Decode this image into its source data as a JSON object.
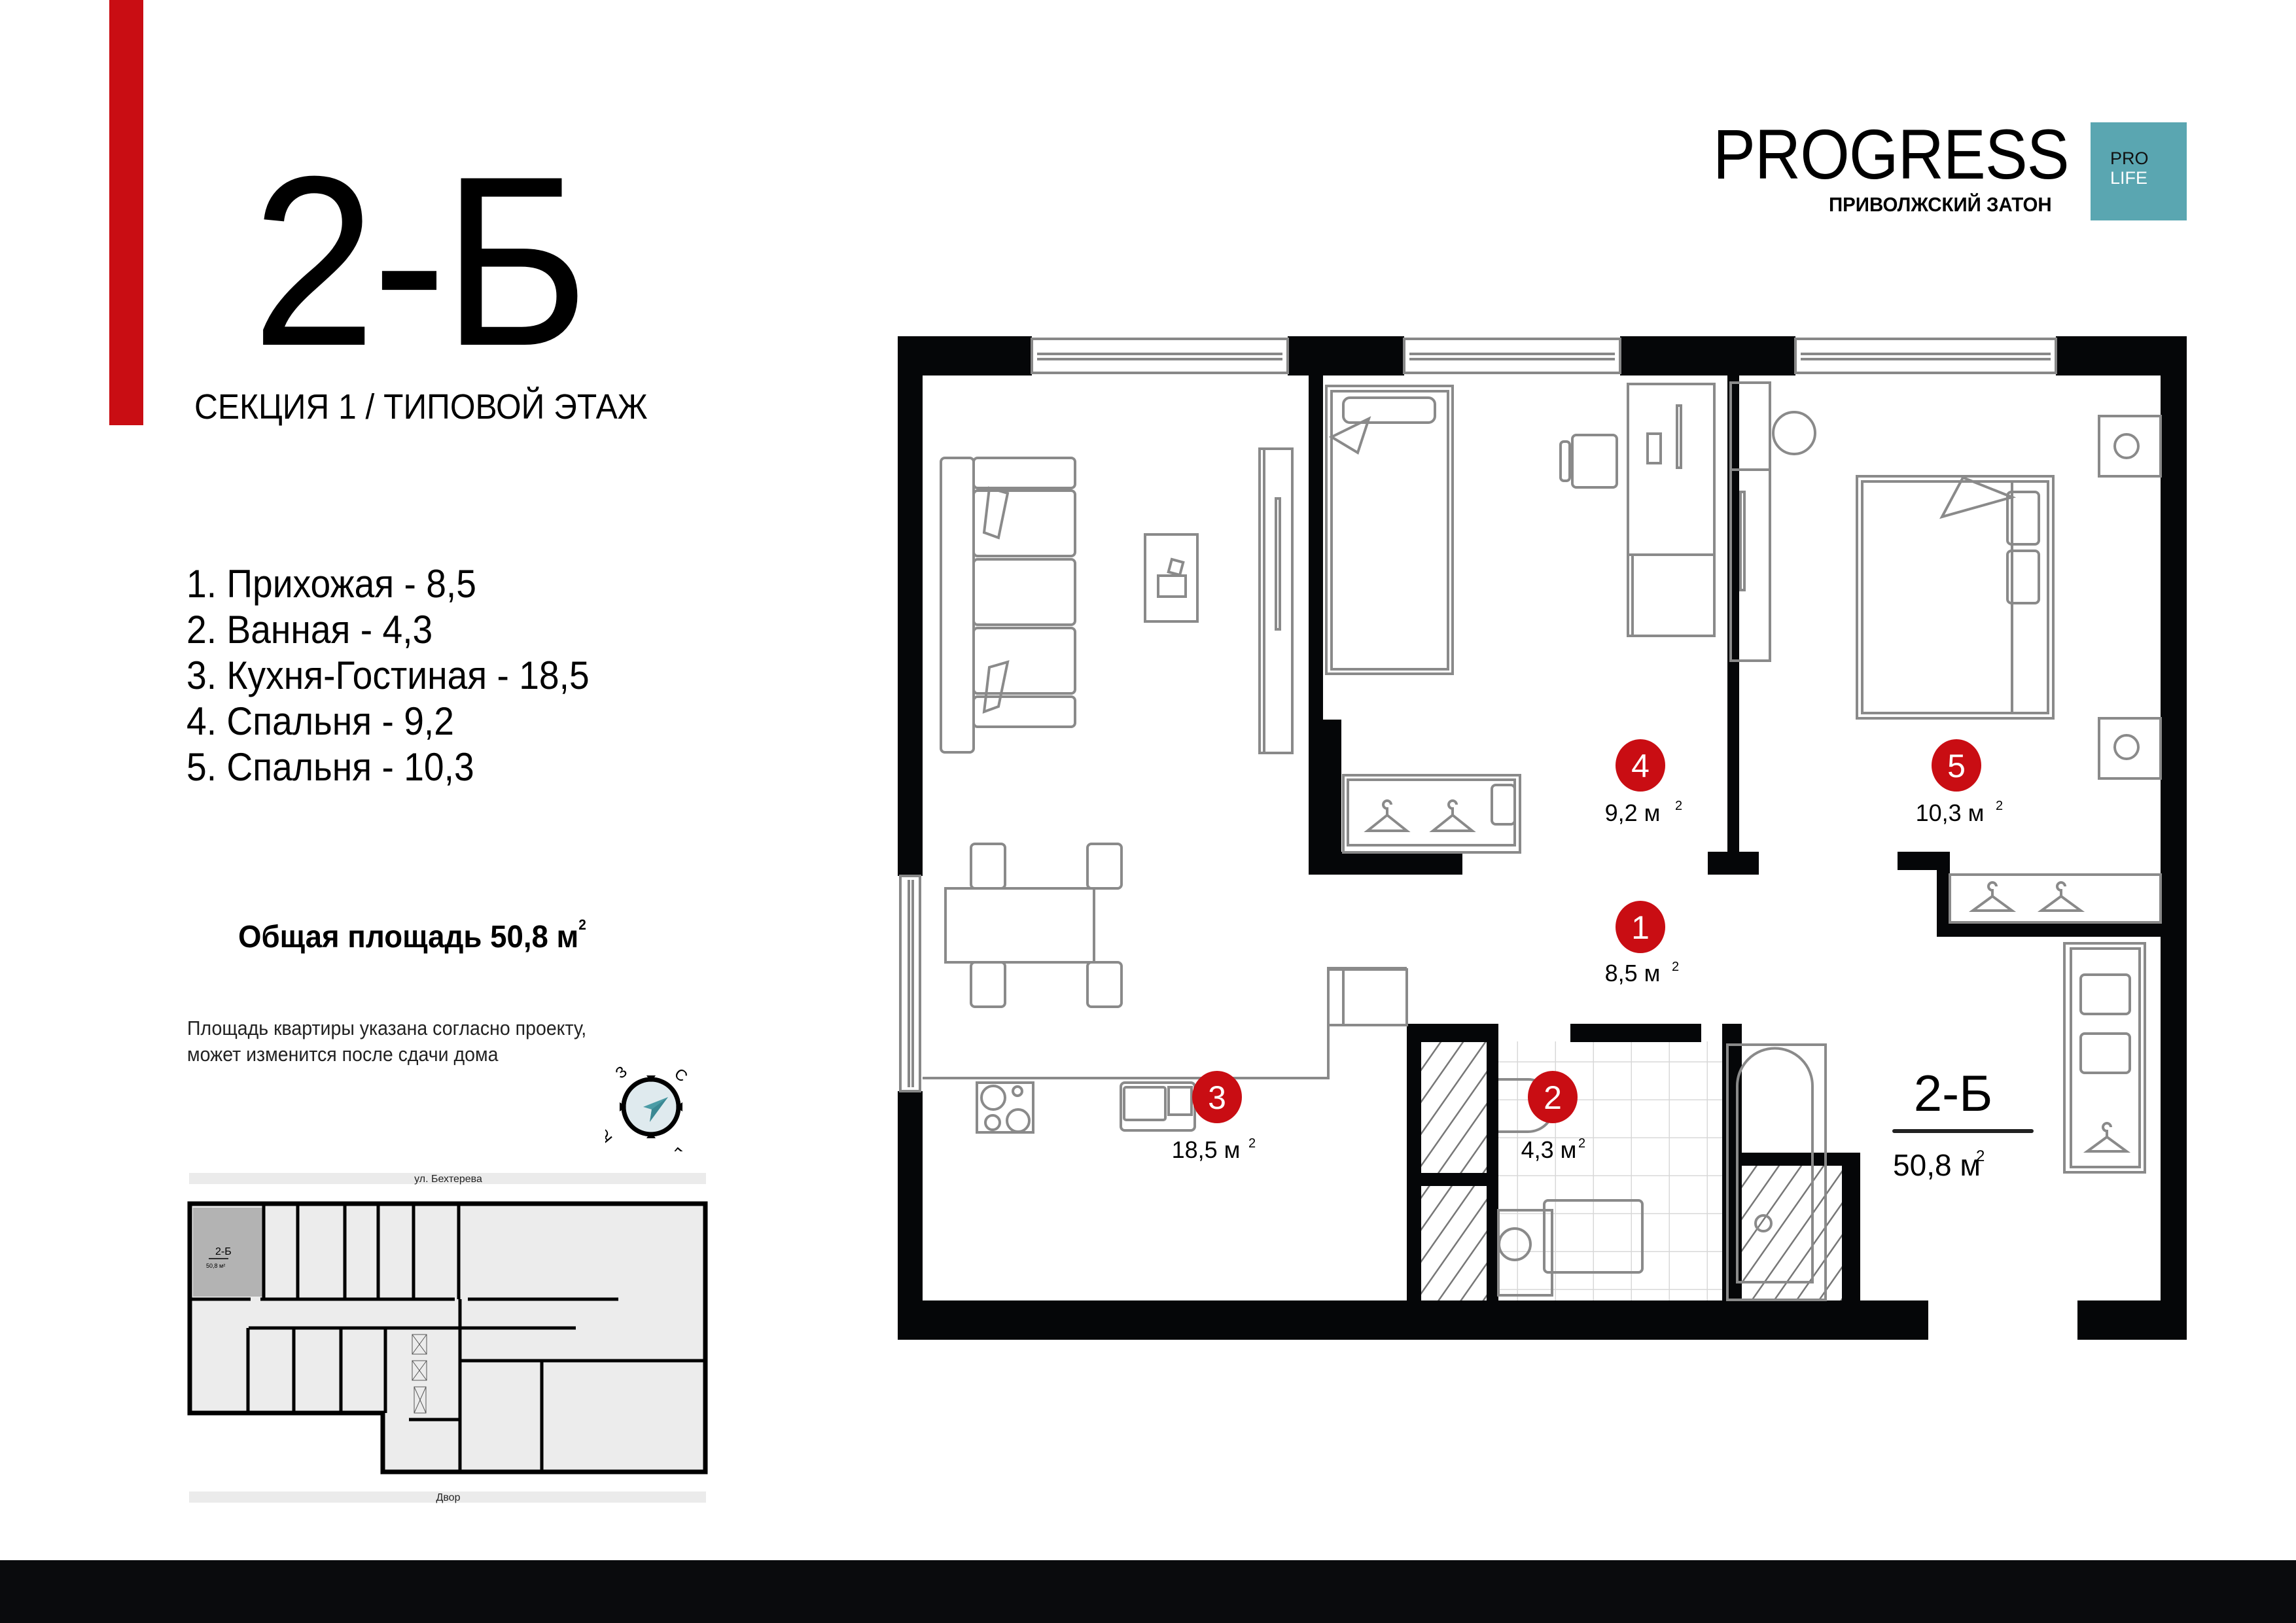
{
  "apartment": {
    "code": "2-Б",
    "section_floor": "СЕКЦИЯ 1 / ТИПОВОЙ ЭТАЖ",
    "total_area_label": "Общая площадь 50,8 м",
    "total_area_sup": "2",
    "disclaimer_line1": "Площадь квартиры указана согласно проекту,",
    "disclaimer_line2": "может изменится после сдачи дома"
  },
  "rooms": [
    {
      "num": "1",
      "label": "1. Прихожая - 8,5",
      "area": "8,5 м",
      "name": "Прихожая"
    },
    {
      "num": "2",
      "label": "2. Ванная - 4,3",
      "area": "4,3 м",
      "name": "Ванная"
    },
    {
      "num": "3",
      "label": "3. Кухня-Гостиная - 18,5",
      "area": "18,5 м",
      "name": "Кухня-Гостиная"
    },
    {
      "num": "4",
      "label": "4. Спальня - 9,2",
      "area": "9,2 м",
      "name": "Спальня"
    },
    {
      "num": "5",
      "label": "5. Спальня - 10,3",
      "area": "10,3 м",
      "name": "Спальня"
    }
  ],
  "plan_badge": {
    "code": "2-Б",
    "area": "50,8 м",
    "sup": "2"
  },
  "brand": {
    "name": "PROGRESS",
    "subtitle": "ПРИВОЛЖСКИЙ ЗАТОН",
    "box_line1": "PRO",
    "box_line2": "LIFE",
    "box_color": "#5aa6b1"
  },
  "compass": {
    "n": "С",
    "e": "В",
    "s": "Ю",
    "w": "З",
    "icon": "compass-icon"
  },
  "keyplan": {
    "street_top": "ул. Бехтерева",
    "street_bottom": "Двор",
    "unit_code": "2-Б",
    "unit_area": "50,8 м²"
  },
  "colors": {
    "accent_red": "#c90d13",
    "wall": "#050608",
    "furniture": "#8a8a8a",
    "teal": "#5aa6b1"
  }
}
